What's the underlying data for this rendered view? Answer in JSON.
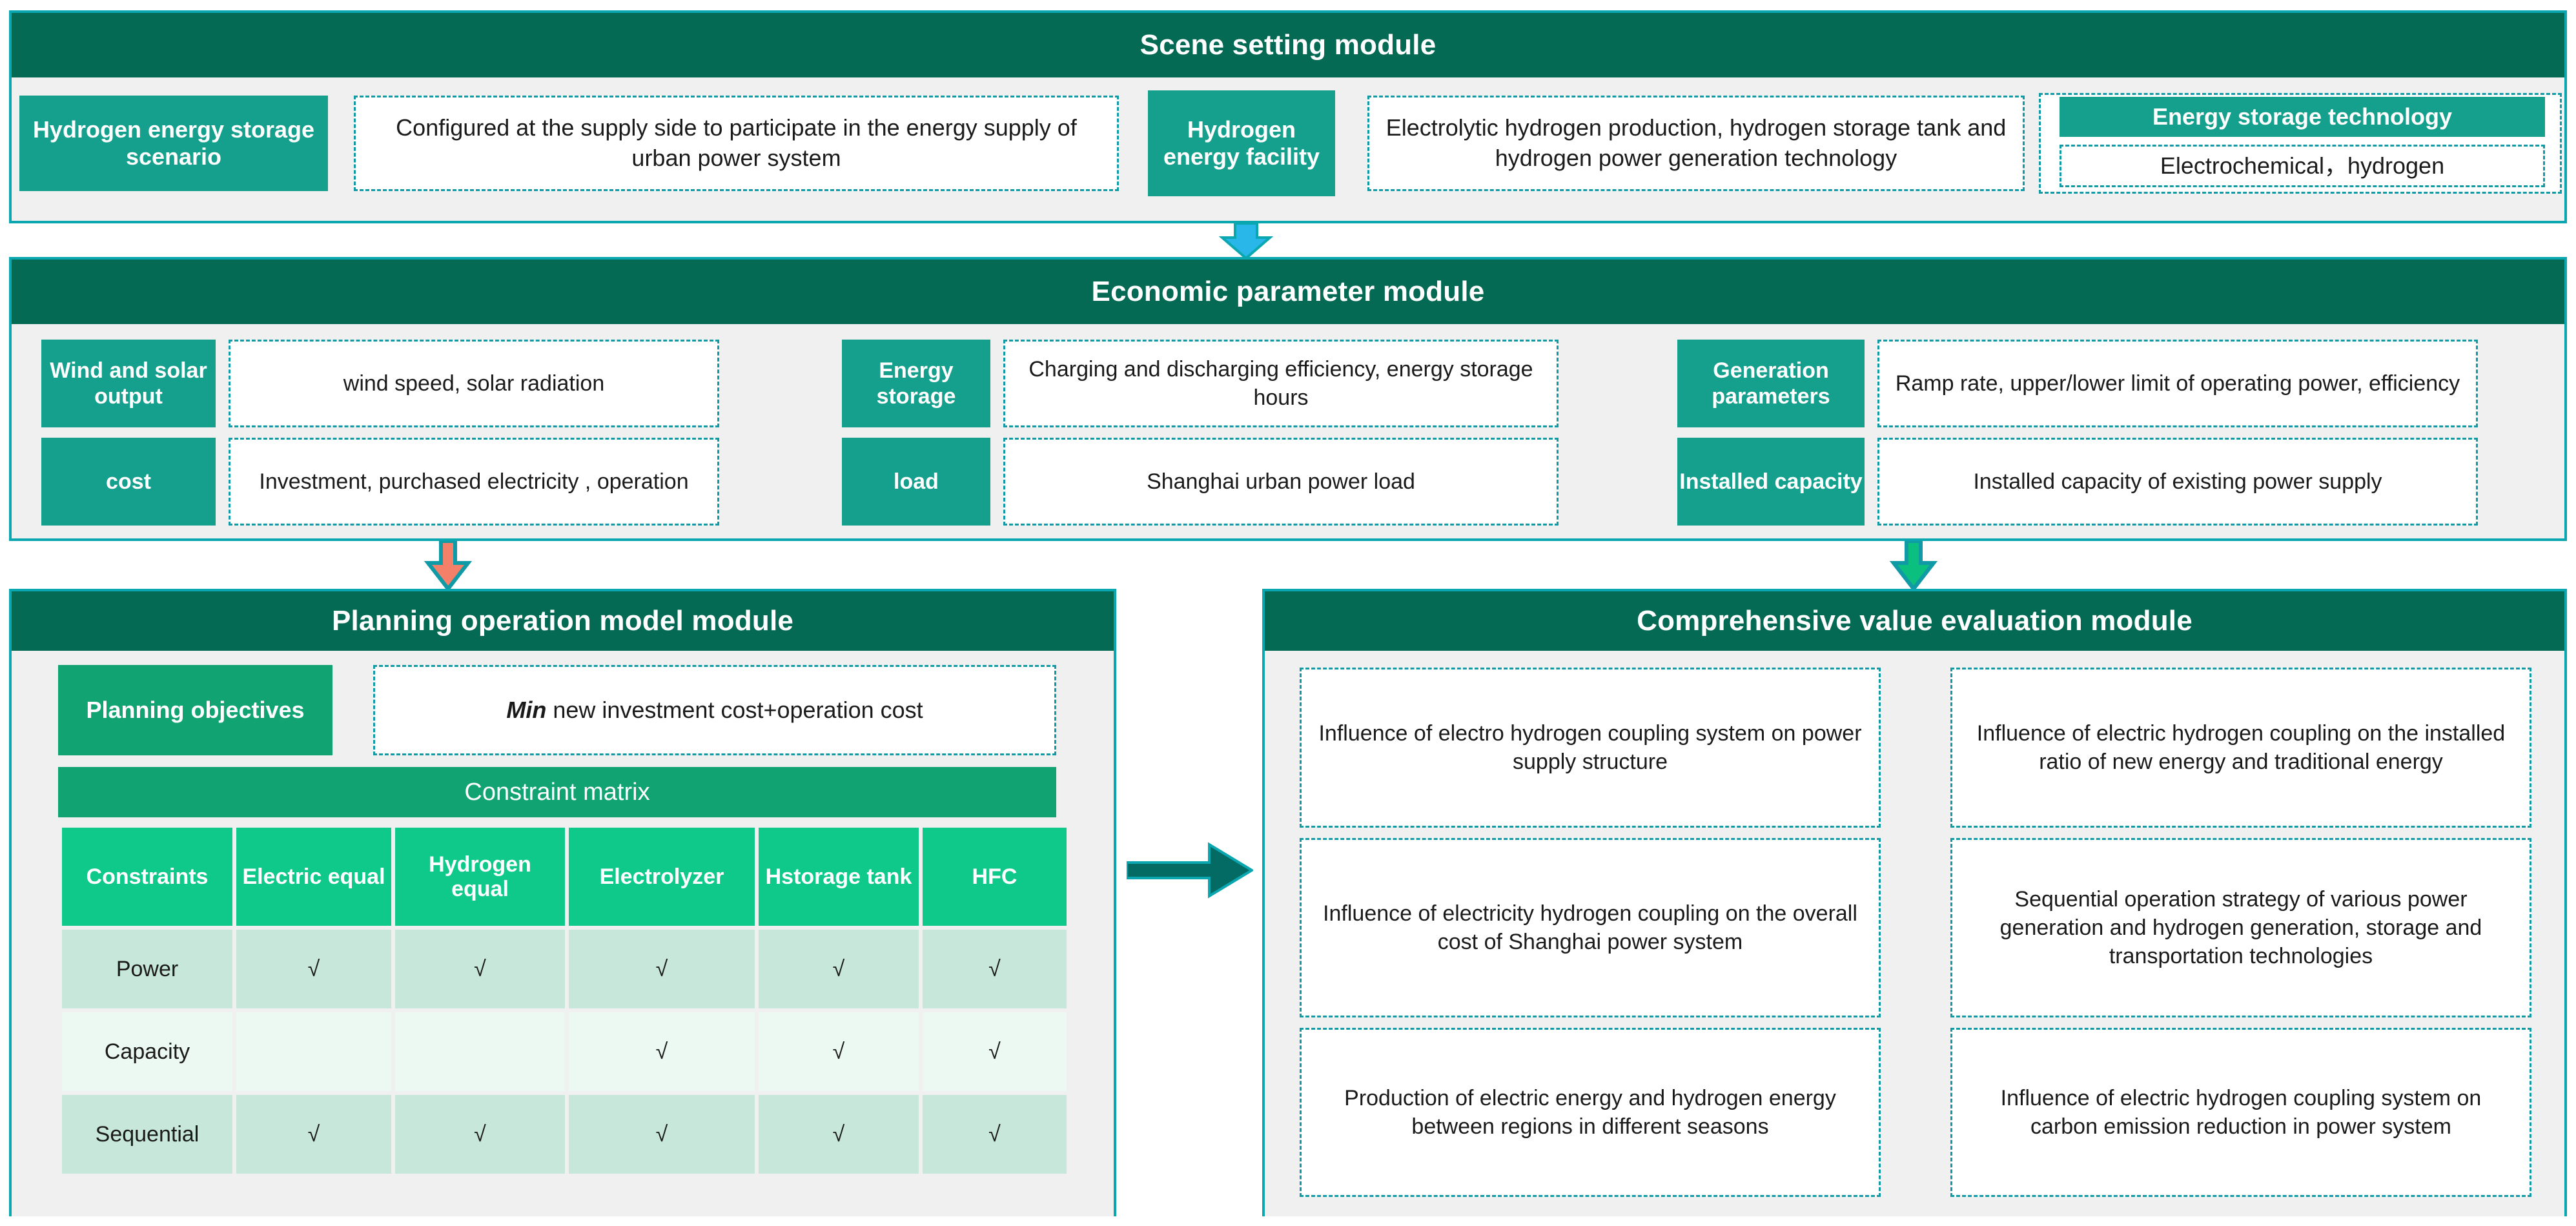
{
  "colors": {
    "module_border": "#0aa7b0",
    "header_bg": "#046a54",
    "tag_bg": "#14a08c",
    "tag_bg_green": "#11a472",
    "table_header_bg": "#0ec98a",
    "row_odd_bg": "#c6e7da",
    "row_even_bg": "#ecf8f2",
    "dashed_border": "#0f9aa5",
    "body_bg": "#f0f0f0",
    "arrow_cyan": "#29b6e8",
    "arrow_salmon": "#f4806a",
    "arrow_green": "#0bbf7e",
    "arrow_teal": "#046a64"
  },
  "scene": {
    "title": "Scene setting module",
    "scenario_label": "Hydrogen energy storage scenario",
    "scenario_value": "Configured at the supply side to participate in the energy supply of urban power system",
    "facility_label": "Hydrogen energy facility",
    "facility_value": "Electrolytic hydrogen production, hydrogen storage tank and hydrogen power generation technology",
    "storage_tech_label": "Energy storage technology",
    "storage_tech_value": "Electrochemical，hydrogen"
  },
  "economic": {
    "title": "Economic parameter module",
    "items": [
      {
        "label": "Wind and solar output",
        "value": "wind speed, solar radiation"
      },
      {
        "label": "cost",
        "value": "Investment, purchased electricity , operation"
      },
      {
        "label": "Energy storage",
        "value": "Charging and discharging efficiency, energy storage hours"
      },
      {
        "label": "load",
        "value": "Shanghai urban power load"
      },
      {
        "label": "Generation parameters",
        "value": "Ramp rate, upper/lower limit of operating power, efficiency"
      },
      {
        "label": "Installed capacity",
        "value": "Installed capacity of existing power supply"
      }
    ]
  },
  "planning": {
    "title": "Planning operation model module",
    "objectives_label": "Planning objectives",
    "objectives_prefix": "Min",
    "objectives_value": " new investment cost+operation cost",
    "constraint_matrix_title": "Constraint matrix",
    "table": {
      "headers": [
        "Constraints",
        "Electric equal",
        "Hydrogen equal",
        "Electrolyzer",
        "Hstorage tank",
        "HFC"
      ],
      "check_glyph": "√",
      "rows": [
        {
          "name": "Power",
          "marks": [
            "√",
            "√",
            "√",
            "√",
            "√"
          ]
        },
        {
          "name": "Capacity",
          "marks": [
            "",
            "",
            "√",
            "√",
            "√"
          ]
        },
        {
          "name": "Sequential",
          "marks": [
            "√",
            "√",
            "√",
            "√",
            "√"
          ]
        }
      ]
    }
  },
  "comprehensive": {
    "title": "Comprehensive value evaluation module",
    "cells": [
      "Influence of electro hydrogen coupling system on power supply structure",
      "Influence of electricity hydrogen coupling on the overall cost of Shanghai power system",
      "Production of electric energy and hydrogen energy between regions in different seasons",
      "Influence of electric hydrogen coupling on the installed ratio of new energy and traditional energy",
      "Sequential operation strategy of various power generation and hydrogen generation, storage and transportation technologies",
      "Influence of electric hydrogen coupling system on carbon emission reduction in power system"
    ]
  },
  "arrows": {
    "scene_to_economic": "down-arrow-cyan",
    "economic_to_planning": "down-arrow-salmon",
    "economic_to_comprehensive": "down-arrow-green",
    "planning_to_comprehensive": "right-arrow-teal"
  }
}
